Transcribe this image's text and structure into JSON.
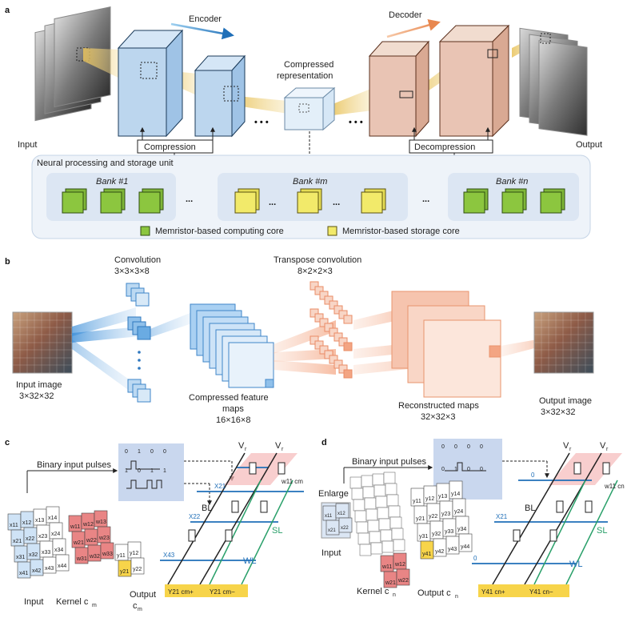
{
  "panel_a": {
    "letter": "a",
    "input_label": "Input",
    "output_label": "Output",
    "encoder_label": "Encoder",
    "decoder_label": "Decoder",
    "compressed_label_1": "Compressed",
    "compressed_label_2": "representation",
    "compression_label": "Compression",
    "decompression_label": "Decompression",
    "npsu_label": "Neural processing and storage unit",
    "bank_1": "Bank #1",
    "bank_m": "Bank #m",
    "bank_n": "Bank #n",
    "legend_computing": "Memristor-based computing core",
    "legend_storage": "Memristor-based storage core",
    "dots": "• • •",
    "bank_dots": "..."
  },
  "panel_b": {
    "letter": "b",
    "conv_label_1": "Convolution",
    "conv_label_2": "3×3×3×8",
    "tconv_label_1": "Transpose convolution",
    "tconv_label_2": "8×2×2×3",
    "input_image_1": "Input image",
    "input_image_2": "3×32×32",
    "cfm_1": "Compressed feature",
    "cfm_2": "maps",
    "cfm_3": "16×16×8",
    "recon_1": "Reconstructed maps",
    "recon_2": "32×32×3",
    "output_image_1": "Output image",
    "output_image_2": "3×32×32"
  },
  "panel_c": {
    "letter": "c",
    "binary_pulses": "Binary input pulses",
    "input_label": "Input",
    "kernel_label": "Kernel c",
    "kernel_sub": "m",
    "output_label_1": "Output",
    "output_label_2": "c",
    "output_sub": "m",
    "vr": "V",
    "vr_sub": "r",
    "bl": "BL",
    "sl": "SL",
    "wl": "WL",
    "x21": "X21",
    "x22": "X22",
    "x43": "X43",
    "y_plus": "Y21 cm+",
    "y_minus": "Y21 cm−",
    "w_label": "w11 cm",
    "input_cells": [
      "x11",
      "x12",
      "x13",
      "x14",
      "x21",
      "x22",
      "x23",
      "x24",
      "x31",
      "x32",
      "x33",
      "x34",
      "x41",
      "x42",
      "x43",
      "x44"
    ],
    "kernel_cells": [
      "w11",
      "w12",
      "w13",
      "w21",
      "w22",
      "w23",
      "w31",
      "w32",
      "w33"
    ],
    "output_cells": [
      "y11",
      "y12",
      "y21",
      "y22"
    ],
    "pulse_values": [
      "0",
      "1",
      "0",
      "0",
      "1",
      "0",
      "1",
      "1"
    ]
  },
  "panel_d": {
    "letter": "d",
    "binary_pulses": "Binary input pulses",
    "enlarge": "Enlarge",
    "input_label": "Input",
    "kernel_label": "Kernel c",
    "kernel_sub": "n",
    "output_label": "Output c",
    "output_sub": "n",
    "vr": "V",
    "vr_sub": "r",
    "bl": "BL",
    "sl": "SL",
    "wl": "WL",
    "zero": "0",
    "x21": "X21",
    "y_plus": "Y41 cn+",
    "y_minus": "Y41 cn−",
    "w_label": "w11 cn",
    "input_cells": [
      "x11",
      "x12",
      "x21",
      "x22"
    ],
    "kernel_cells": [
      "w11",
      "w12",
      "w21",
      "w22"
    ],
    "output_cells": [
      "y11",
      "y12",
      "y13",
      "y14",
      "y21",
      "y22",
      "y23",
      "y24",
      "y31",
      "y32",
      "y33",
      "y34",
      "y41",
      "y42",
      "y43",
      "y44"
    ],
    "pulse_values": [
      "0",
      "0",
      "0",
      "0",
      "0",
      "1",
      "0",
      "0"
    ]
  },
  "colors": {
    "blue_block": "#bcd6ee",
    "salmon_block": "#e9c4b4",
    "green_core": "#8cc63f",
    "yellow_core": "#f2ea6a",
    "bank_bg": "#dce6f3",
    "npsu_bg": "#eef3f9",
    "blue_line": "#1f6fb8",
    "green_line": "#2aa06a",
    "kernel_red": "#e98585",
    "output_yellow": "#f7d44a"
  }
}
